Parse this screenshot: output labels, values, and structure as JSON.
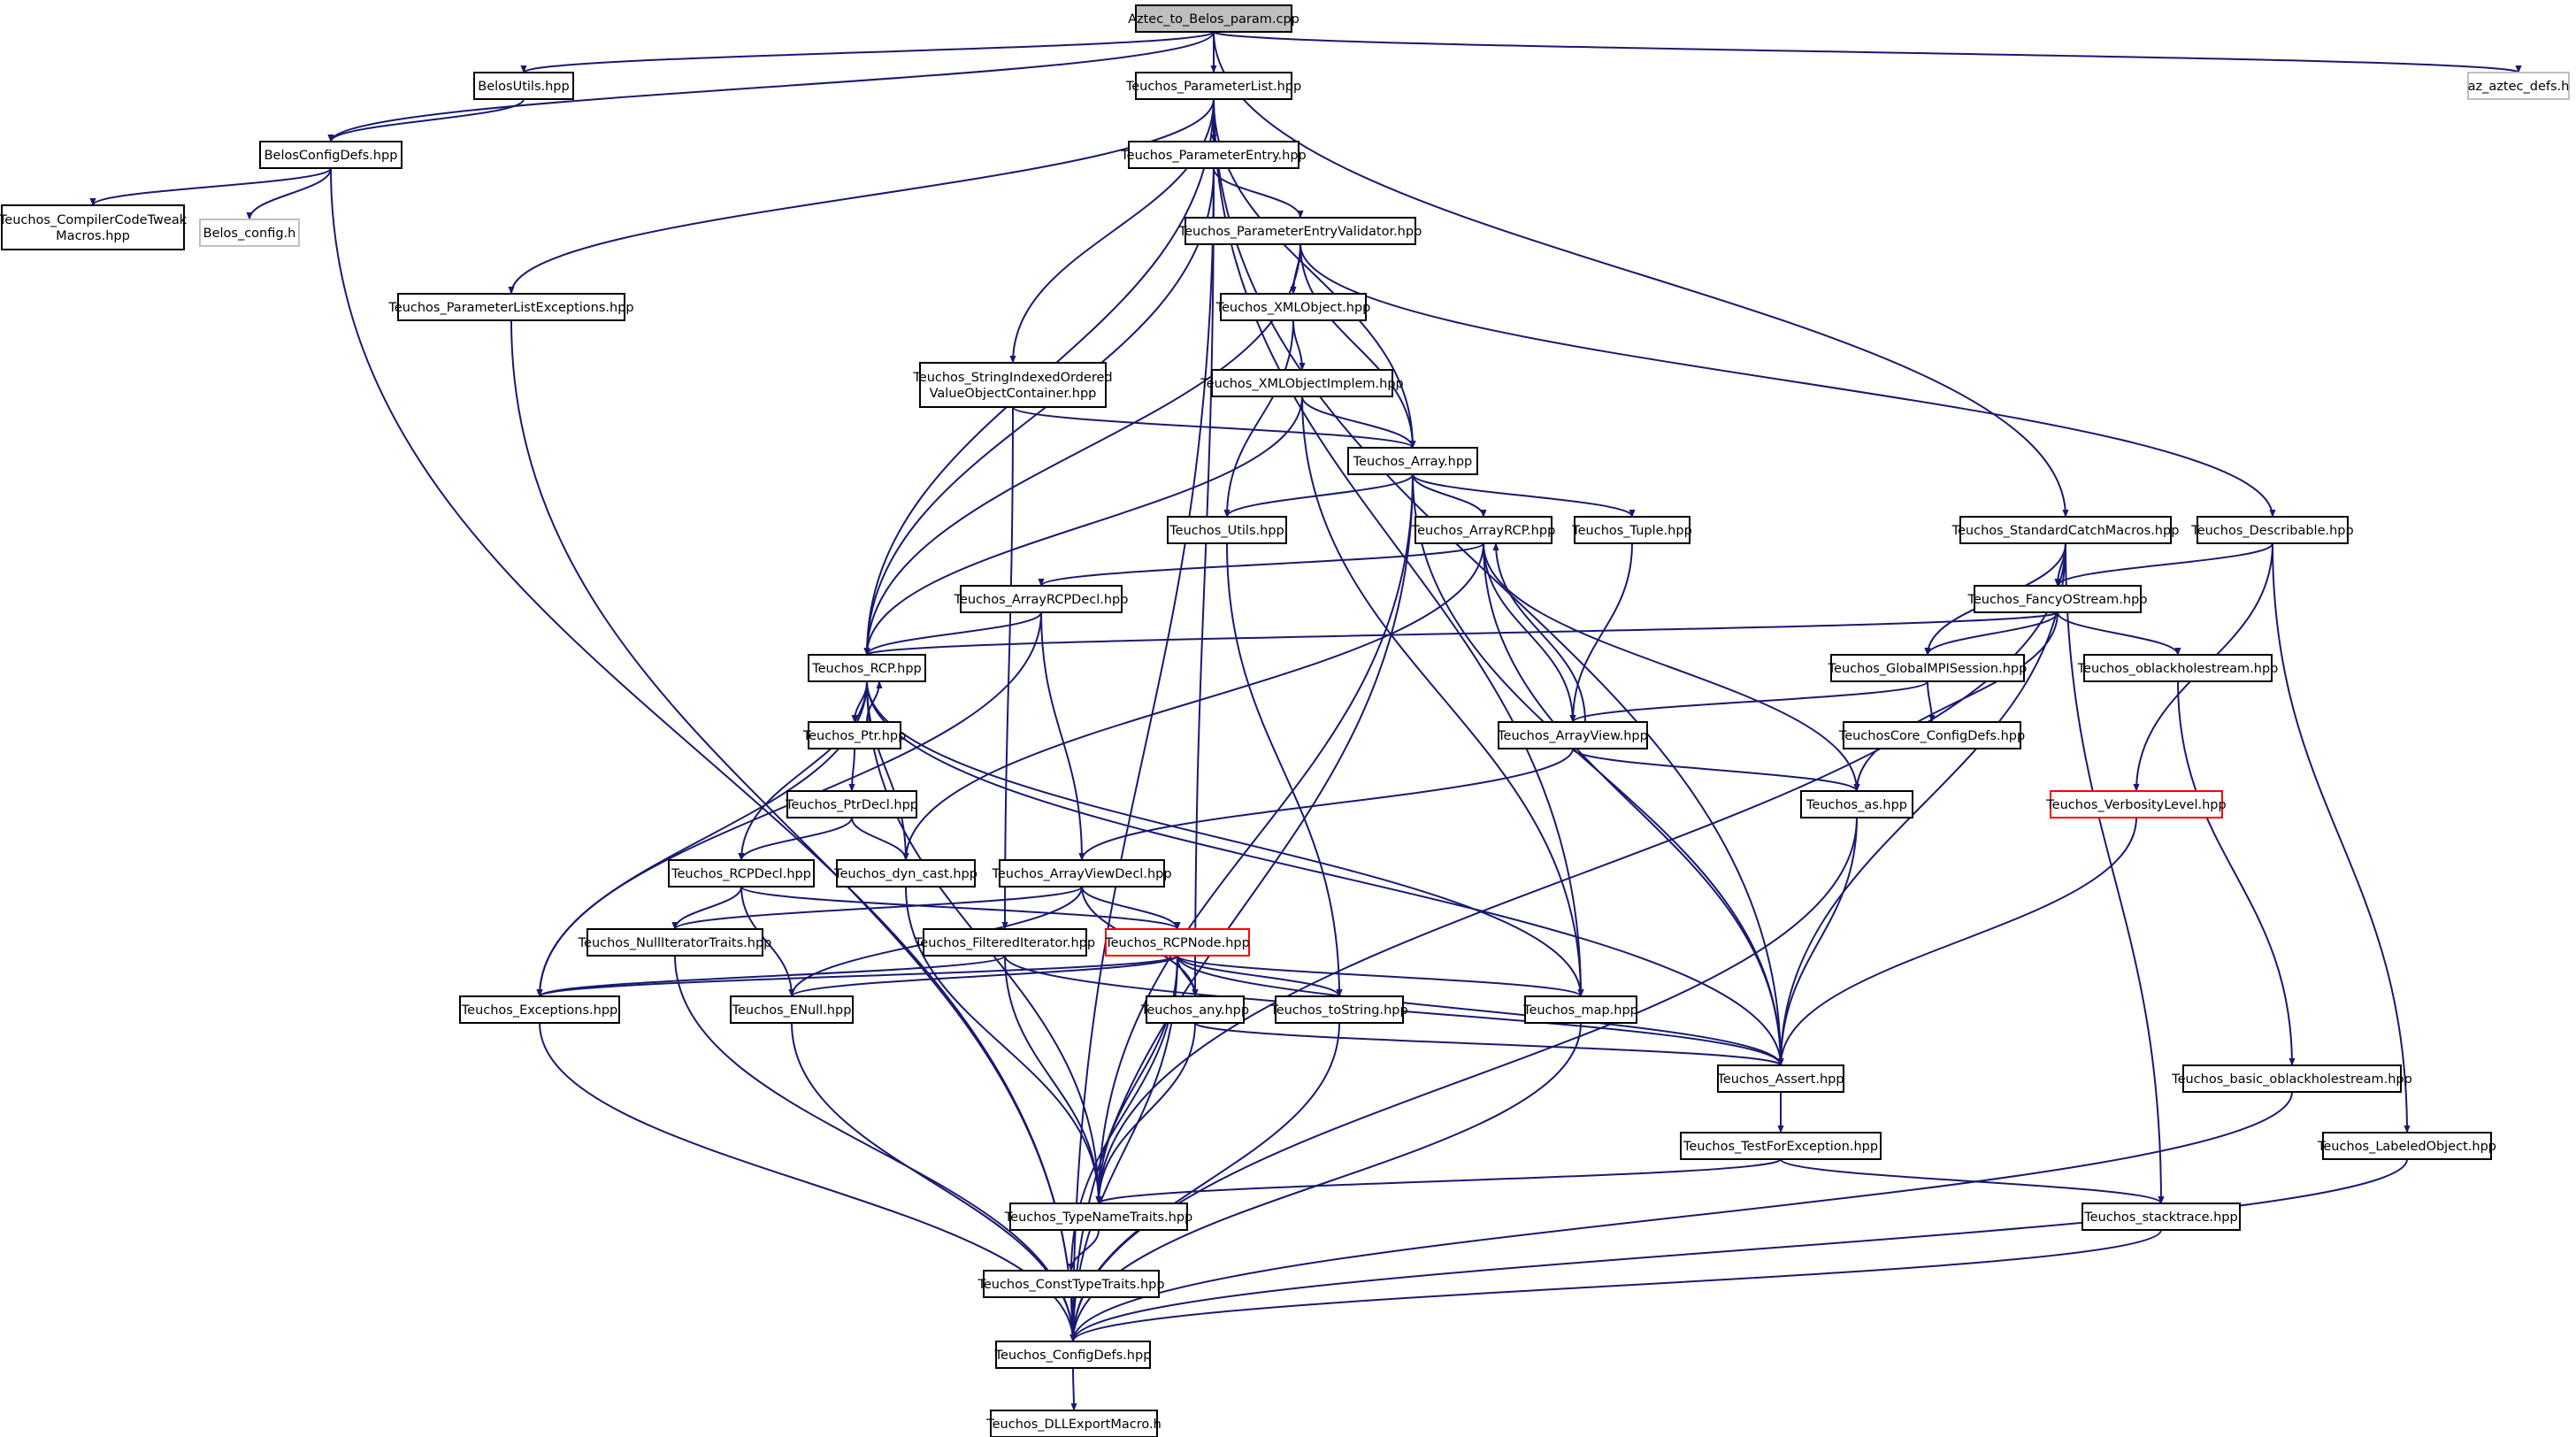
{
  "colors": {
    "background": "#ffffff",
    "edge": "#191970",
    "root_fill": "#bfbfbf",
    "node_border": "#000000",
    "external_border": "#bfbfbf",
    "truncated_border": "#ff0000",
    "text": "#000000"
  },
  "nodes": [
    {
      "id": "aztec",
      "lines": [
        "Aztec_to_Belos_param.cpp"
      ],
      "kind": "root"
    },
    {
      "id": "belosutils",
      "lines": [
        "BelosUtils.hpp"
      ],
      "kind": "normal"
    },
    {
      "id": "paramlist",
      "lines": [
        "Teuchos_ParameterList.hpp"
      ],
      "kind": "normal"
    },
    {
      "id": "azaztec",
      "lines": [
        "az_aztec_defs.h"
      ],
      "kind": "external"
    },
    {
      "id": "belosconfig",
      "lines": [
        "BelosConfigDefs.hpp"
      ],
      "kind": "normal"
    },
    {
      "id": "paramentry",
      "lines": [
        "Teuchos_ParameterEntry.hpp"
      ],
      "kind": "normal"
    },
    {
      "id": "compiler",
      "lines": [
        "Teuchos_CompilerCodeTweak",
        "Macros.hpp"
      ],
      "kind": "normal"
    },
    {
      "id": "belosconfigh",
      "lines": [
        "Belos_config.h"
      ],
      "kind": "external"
    },
    {
      "id": "validator",
      "lines": [
        "Teuchos_ParameterEntryValidator.hpp"
      ],
      "kind": "normal"
    },
    {
      "id": "plexceptions",
      "lines": [
        "Teuchos_ParameterListExceptions.hpp"
      ],
      "kind": "normal"
    },
    {
      "id": "xmlobject",
      "lines": [
        "Teuchos_XMLObject.hpp"
      ],
      "kind": "normal"
    },
    {
      "id": "stringindexed",
      "lines": [
        "Teuchos_StringIndexedOrdered",
        "ValueObjectContainer.hpp"
      ],
      "kind": "normal"
    },
    {
      "id": "xmlimpl",
      "lines": [
        "Teuchos_XMLObjectImplem.hpp"
      ],
      "kind": "normal"
    },
    {
      "id": "array",
      "lines": [
        "Teuchos_Array.hpp"
      ],
      "kind": "normal"
    },
    {
      "id": "utils",
      "lines": [
        "Teuchos_Utils.hpp"
      ],
      "kind": "normal"
    },
    {
      "id": "arrayrcp",
      "lines": [
        "Teuchos_ArrayRCP.hpp"
      ],
      "kind": "normal"
    },
    {
      "id": "tuple",
      "lines": [
        "Teuchos_Tuple.hpp"
      ],
      "kind": "normal"
    },
    {
      "id": "stdcatch",
      "lines": [
        "Teuchos_StandardCatchMacros.hpp"
      ],
      "kind": "normal"
    },
    {
      "id": "describable",
      "lines": [
        "Teuchos_Describable.hpp"
      ],
      "kind": "normal"
    },
    {
      "id": "arrayrcpdecl",
      "lines": [
        "Teuchos_ArrayRCPDecl.hpp"
      ],
      "kind": "normal"
    },
    {
      "id": "fancy",
      "lines": [
        "Teuchos_FancyOStream.hpp"
      ],
      "kind": "normal"
    },
    {
      "id": "rcp",
      "lines": [
        "Teuchos_RCP.hpp"
      ],
      "kind": "normal"
    },
    {
      "id": "globalmpi",
      "lines": [
        "Teuchos_GlobalMPISession.hpp"
      ],
      "kind": "normal"
    },
    {
      "id": "oblackhole",
      "lines": [
        "Teuchos_oblackholestream.hpp"
      ],
      "kind": "normal"
    },
    {
      "id": "ptr",
      "lines": [
        "Teuchos_Ptr.hpp"
      ],
      "kind": "normal"
    },
    {
      "id": "arrayview",
      "lines": [
        "Teuchos_ArrayView.hpp"
      ],
      "kind": "normal"
    },
    {
      "id": "coreconfig",
      "lines": [
        "TeuchosCore_ConfigDefs.hpp"
      ],
      "kind": "normal"
    },
    {
      "id": "ptrdecl",
      "lines": [
        "Teuchos_PtrDecl.hpp"
      ],
      "kind": "normal"
    },
    {
      "id": "as",
      "lines": [
        "Teuchos_as.hpp"
      ],
      "kind": "normal"
    },
    {
      "id": "verbosity",
      "lines": [
        "Teuchos_VerbosityLevel.hpp"
      ],
      "kind": "truncated"
    },
    {
      "id": "rcpdecl",
      "lines": [
        "Teuchos_RCPDecl.hpp"
      ],
      "kind": "normal"
    },
    {
      "id": "dyncast",
      "lines": [
        "Teuchos_dyn_cast.hpp"
      ],
      "kind": "normal"
    },
    {
      "id": "arrayviewdecl",
      "lines": [
        "Teuchos_ArrayViewDecl.hpp"
      ],
      "kind": "normal"
    },
    {
      "id": "nulliter",
      "lines": [
        "Teuchos_NullIteratorTraits.hpp"
      ],
      "kind": "normal"
    },
    {
      "id": "filtered",
      "lines": [
        "Teuchos_FilteredIterator.hpp"
      ],
      "kind": "normal"
    },
    {
      "id": "rcpnode",
      "lines": [
        "Teuchos_RCPNode.hpp"
      ],
      "kind": "truncated"
    },
    {
      "id": "exceptions",
      "lines": [
        "Teuchos_Exceptions.hpp"
      ],
      "kind": "normal"
    },
    {
      "id": "enull",
      "lines": [
        "Teuchos_ENull.hpp"
      ],
      "kind": "normal"
    },
    {
      "id": "any",
      "lines": [
        "Teuchos_any.hpp"
      ],
      "kind": "normal"
    },
    {
      "id": "tostring",
      "lines": [
        "Teuchos_toString.hpp"
      ],
      "kind": "normal"
    },
    {
      "id": "map",
      "lines": [
        "Teuchos_map.hpp"
      ],
      "kind": "normal"
    },
    {
      "id": "assert",
      "lines": [
        "Teuchos_Assert.hpp"
      ],
      "kind": "normal"
    },
    {
      "id": "basicoblack",
      "lines": [
        "Teuchos_basic_oblackholestream.hpp"
      ],
      "kind": "normal"
    },
    {
      "id": "testfor",
      "lines": [
        "Teuchos_TestForException.hpp"
      ],
      "kind": "normal"
    },
    {
      "id": "labeled",
      "lines": [
        "Teuchos_LabeledObject.hpp"
      ],
      "kind": "normal"
    },
    {
      "id": "typename",
      "lines": [
        "Teuchos_TypeNameTraits.hpp"
      ],
      "kind": "normal"
    },
    {
      "id": "stacktrace",
      "lines": [
        "Teuchos_stacktrace.hpp"
      ],
      "kind": "normal"
    },
    {
      "id": "consttype",
      "lines": [
        "Teuchos_ConstTypeTraits.hpp"
      ],
      "kind": "normal"
    },
    {
      "id": "configdefs",
      "lines": [
        "Teuchos_ConfigDefs.hpp"
      ],
      "kind": "normal"
    },
    {
      "id": "dllexport",
      "lines": [
        "Teuchos_DLLExportMacro.h"
      ],
      "kind": "normal"
    }
  ],
  "edges": [
    [
      "aztec",
      "belosutils"
    ],
    [
      "aztec",
      "paramlist"
    ],
    [
      "aztec",
      "azaztec"
    ],
    [
      "aztec",
      "belosconfig"
    ],
    [
      "aztec",
      "stdcatch"
    ],
    [
      "belosutils",
      "belosconfig"
    ],
    [
      "belosconfig",
      "compiler"
    ],
    [
      "belosconfig",
      "belosconfigh"
    ],
    [
      "belosconfig",
      "configdefs"
    ],
    [
      "paramlist",
      "paramentry"
    ],
    [
      "paramlist",
      "plexceptions"
    ],
    [
      "paramlist",
      "stringindexed"
    ],
    [
      "paramlist",
      "rcp"
    ],
    [
      "paramlist",
      "array"
    ],
    [
      "paramlist",
      "map"
    ],
    [
      "paramlist",
      "assert"
    ],
    [
      "paramentry",
      "validator"
    ],
    [
      "paramentry",
      "rcp"
    ],
    [
      "paramentry",
      "any"
    ],
    [
      "paramentry",
      "configdefs"
    ],
    [
      "validator",
      "xmlobject"
    ],
    [
      "validator",
      "array"
    ],
    [
      "validator",
      "describable"
    ],
    [
      "validator",
      "rcp"
    ],
    [
      "plexceptions",
      "configdefs"
    ],
    [
      "xmlobject",
      "xmlimpl"
    ],
    [
      "xmlobject",
      "utils"
    ],
    [
      "stringindexed",
      "array"
    ],
    [
      "stringindexed",
      "filtered"
    ],
    [
      "xmlimpl",
      "array"
    ],
    [
      "xmlimpl",
      "rcp"
    ],
    [
      "xmlimpl",
      "map"
    ],
    [
      "array",
      "utils"
    ],
    [
      "array",
      "arrayrcp"
    ],
    [
      "array",
      "tuple"
    ],
    [
      "array",
      "assert"
    ],
    [
      "array",
      "typename"
    ],
    [
      "array",
      "configdefs"
    ],
    [
      "utils",
      "tostring"
    ],
    [
      "arrayrcp",
      "arrayrcpdecl"
    ],
    [
      "arrayrcp",
      "arrayview"
    ],
    [
      "arrayrcp",
      "as"
    ],
    [
      "arrayrcp",
      "dyncast"
    ],
    [
      "arrayrcp",
      "assert"
    ],
    [
      "tuple",
      "arrayview"
    ],
    [
      "stdcatch",
      "fancy"
    ],
    [
      "stdcatch",
      "globalmpi"
    ],
    [
      "stdcatch",
      "typename"
    ],
    [
      "stdcatch",
      "assert"
    ],
    [
      "stdcatch",
      "stacktrace"
    ],
    [
      "describable",
      "fancy"
    ],
    [
      "describable",
      "verbosity"
    ],
    [
      "describable",
      "labeled"
    ],
    [
      "arrayrcpdecl",
      "rcp"
    ],
    [
      "arrayrcpdecl",
      "exceptions"
    ],
    [
      "arrayrcpdecl",
      "arrayviewdecl"
    ],
    [
      "fancy",
      "rcp"
    ],
    [
      "fancy",
      "globalmpi"
    ],
    [
      "fancy",
      "oblackhole"
    ],
    [
      "fancy",
      "as"
    ],
    [
      "rcp",
      "ptr"
    ],
    [
      "rcp",
      "rcpdecl"
    ],
    [
      "rcp",
      "dyncast"
    ],
    [
      "rcp",
      "exceptions"
    ],
    [
      "rcp",
      "typename"
    ],
    [
      "rcp",
      "map"
    ],
    [
      "rcp",
      "assert"
    ],
    [
      "globalmpi",
      "coreconfig"
    ],
    [
      "globalmpi",
      "arrayview"
    ],
    [
      "oblackhole",
      "basicoblack"
    ],
    [
      "ptr",
      "ptrdecl"
    ],
    [
      "ptr",
      "rcp"
    ],
    [
      "arrayview",
      "arrayrcp"
    ],
    [
      "arrayview",
      "arrayviewdecl"
    ],
    [
      "arrayview",
      "as"
    ],
    [
      "ptrdecl",
      "rcpdecl"
    ],
    [
      "ptrdecl",
      "dyncast"
    ],
    [
      "as",
      "assert"
    ],
    [
      "as",
      "configdefs"
    ],
    [
      "verbosity",
      "assert"
    ],
    [
      "rcpdecl",
      "rcpnode"
    ],
    [
      "rcpdecl",
      "nulliter"
    ],
    [
      "rcpdecl",
      "enull"
    ],
    [
      "dyncast",
      "typename"
    ],
    [
      "arrayviewdecl",
      "rcpnode"
    ],
    [
      "arrayviewdecl",
      "nulliter"
    ],
    [
      "arrayviewdecl",
      "enull"
    ],
    [
      "arrayviewdecl",
      "any"
    ],
    [
      "nulliter",
      "configdefs"
    ],
    [
      "filtered",
      "exceptions"
    ],
    [
      "filtered",
      "typename"
    ],
    [
      "filtered",
      "assert"
    ],
    [
      "rcpnode",
      "exceptions"
    ],
    [
      "rcpnode",
      "enull"
    ],
    [
      "rcpnode",
      "any"
    ],
    [
      "rcpnode",
      "tostring"
    ],
    [
      "rcpnode",
      "map"
    ],
    [
      "rcpnode",
      "assert"
    ],
    [
      "rcpnode",
      "typename"
    ],
    [
      "rcpnode",
      "consttype"
    ],
    [
      "rcpnode",
      "configdefs"
    ],
    [
      "exceptions",
      "configdefs"
    ],
    [
      "enull",
      "configdefs"
    ],
    [
      "any",
      "typename"
    ],
    [
      "any",
      "assert"
    ],
    [
      "tostring",
      "configdefs"
    ],
    [
      "map",
      "configdefs"
    ],
    [
      "assert",
      "testfor"
    ],
    [
      "basicoblack",
      "configdefs"
    ],
    [
      "testfor",
      "typename"
    ],
    [
      "testfor",
      "stacktrace"
    ],
    [
      "labeled",
      "configdefs"
    ],
    [
      "typename",
      "consttype"
    ],
    [
      "stacktrace",
      "configdefs"
    ],
    [
      "consttype",
      "configdefs"
    ],
    [
      "configdefs",
      "dllexport"
    ]
  ]
}
